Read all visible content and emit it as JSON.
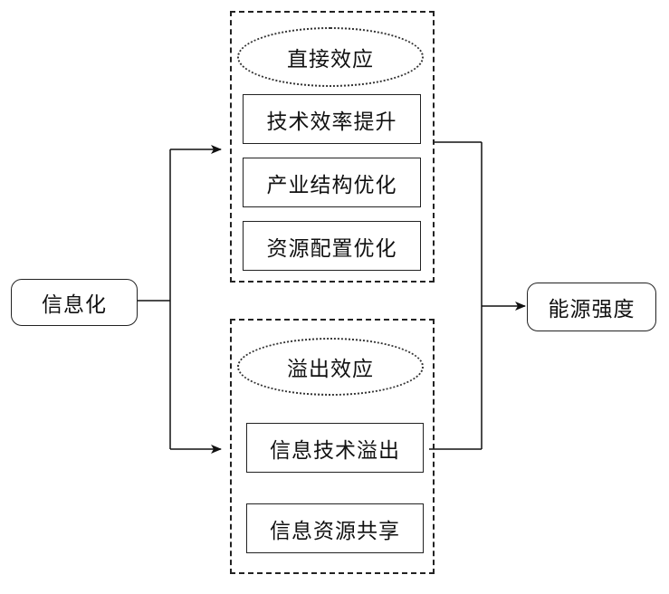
{
  "source": {
    "label": "信息化"
  },
  "target": {
    "label": "能源强度"
  },
  "direct_group": {
    "title": "直接效应",
    "items": [
      "技术效率提升",
      "产业结构优化",
      "资源配置优化"
    ]
  },
  "spillover_group": {
    "title": "溢出效应",
    "items": [
      "信息技术溢出",
      "信息资源共享"
    ]
  }
}
